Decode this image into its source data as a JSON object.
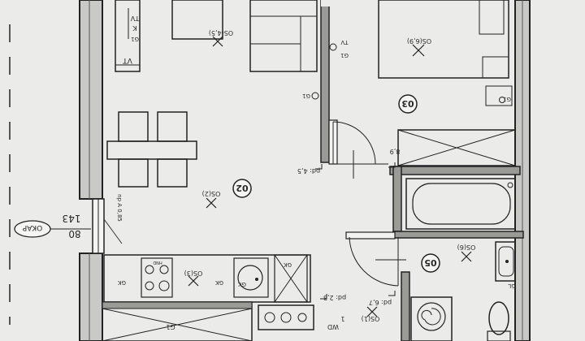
{
  "rooms": [
    {
      "id": "room-02",
      "number": "02"
    },
    {
      "id": "room-03",
      "number": "03"
    },
    {
      "id": "room-05",
      "number": "05"
    }
  ],
  "labels": {
    "os_45": "OS(4,5)",
    "os_69": "OS(6,9)",
    "os_2": "OS(2)",
    "os_3": "OS(3)",
    "os_6": "OS(6)",
    "os_1": "OS(1)",
    "tv": "TV",
    "tv2": "TV",
    "g1a": "G1",
    "g1b": "G1",
    "g1c": "G1",
    "g1d": "G1",
    "g1e": "G1",
    "k": "K",
    "vt": "VT",
    "gk1": "GK",
    "gk2": "GK",
    "gk3": "GK",
    "gk4": "GK",
    "gl": "GL",
    "pd_val": "pd: 4,5",
    "pd_val2": "pd: 6,7",
    "pd_val3": "pd: 2,3",
    "pd_val4": "8,9",
    "dim_80": "80",
    "dim_143": "143",
    "okap": "OKAP",
    "np": "np A 0,85",
    "wd": "WD",
    "n1": "1",
    "hnd": "HND"
  }
}
